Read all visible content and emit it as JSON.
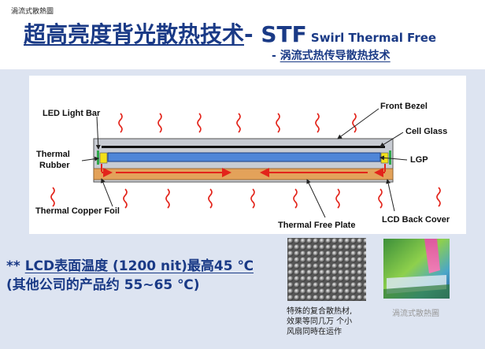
{
  "corner_label": "渦流式散熱圖",
  "title": {
    "main": "超高亮度背光散热技术",
    "sep": "- ",
    "stf": "STF",
    "english": "Swirl Thermal Free"
  },
  "subtitle": {
    "dash": "- ",
    "text": "涡流式热传导散热技术"
  },
  "diagram_labels": {
    "led_light_bar": "LED Light Bar",
    "front_bezel": "Front Bezel",
    "cell_glass": "Cell Glass",
    "thermal_rubber_1": "Thermal",
    "thermal_rubber_2": "Rubber",
    "lgp": "LGP",
    "thermal_copper_foil": "Thermal Copper Foil",
    "lcd_back_cover": "LCD Back Cover",
    "thermal_free_plate": "Thermal Free Plate"
  },
  "note": {
    "prefix": "** ",
    "line1_underlined": "LCD表面温度 (1200 nit)最高45 ℃",
    "line2": "   (其他公司的产品约  55~65 ℃)"
  },
  "caption_material": [
    "特殊的复合散热材,",
    "效果等同几万  个小",
    "风扇同時在运作"
  ],
  "caption_thermal": "渦流式散熱圖",
  "colors": {
    "title_blue": "#1a3a86",
    "band": "#dde4f1",
    "copper": "#e3a25a",
    "lgp_blue": "#4f86d8",
    "arrow_red": "#e3241b",
    "rubber_yellow": "#f3e01a"
  }
}
